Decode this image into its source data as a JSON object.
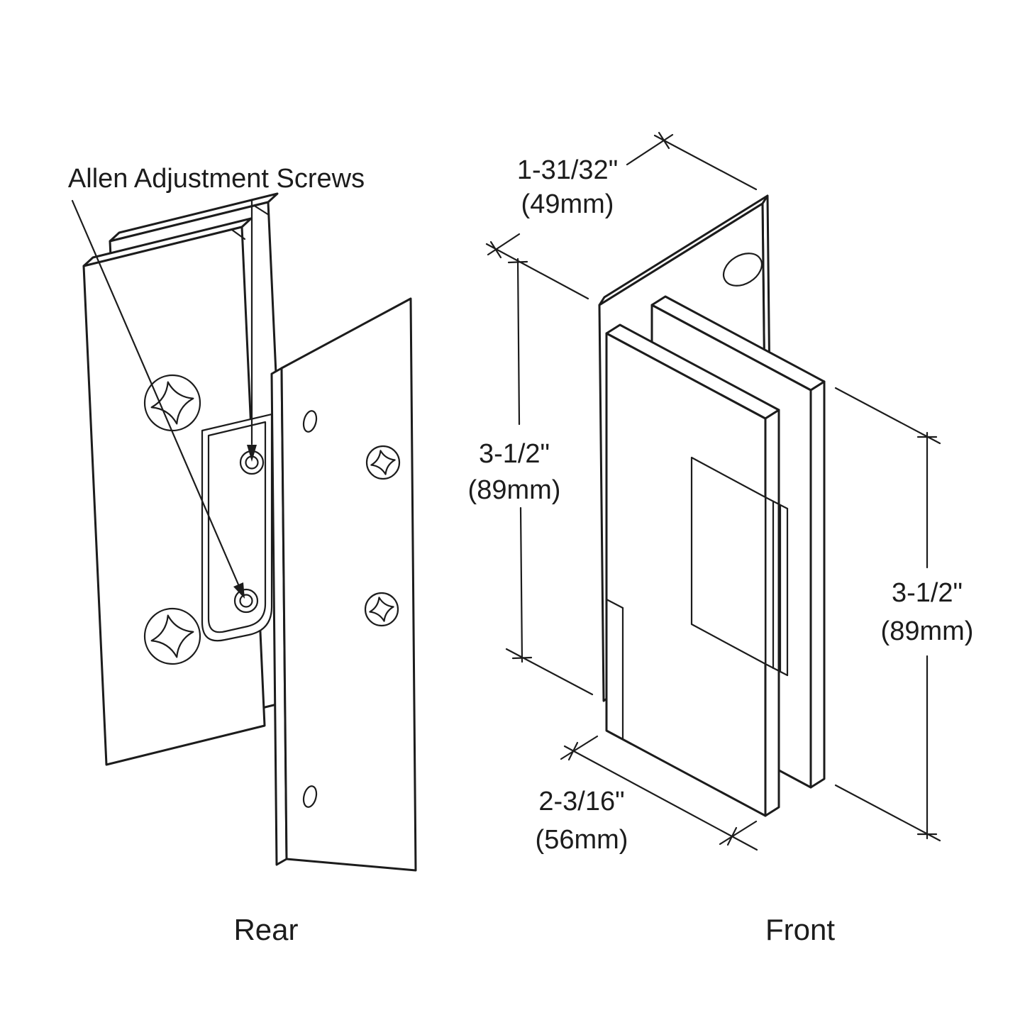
{
  "diagram": {
    "annotation": "Allen Adjustment Screws",
    "views": {
      "left_caption": "Rear",
      "right_caption": "Front"
    },
    "dimensions": {
      "top_width": {
        "imperial": "1-31/32\"",
        "metric": "(49mm)"
      },
      "wall_plate_height": {
        "imperial": "3-1/2\"",
        "metric": "(89mm)"
      },
      "glass_plate_height": {
        "imperial": "3-1/2\"",
        "metric": "(89mm)"
      },
      "bottom_width": {
        "imperial": "2-3/16\"",
        "metric": "(56mm)"
      }
    },
    "colors": {
      "line": "#1c1c1c",
      "background": "#ffffff"
    }
  }
}
